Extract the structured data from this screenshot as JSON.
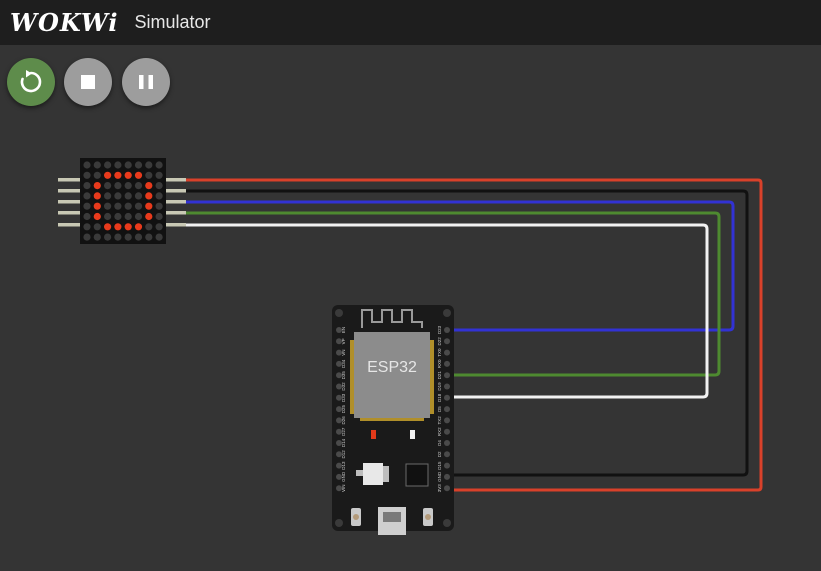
{
  "header": {
    "logo": "WOKWi",
    "title": "Simulator"
  },
  "controls": {
    "restart_icon": "restart-icon",
    "stop_icon": "stop-icon",
    "pause_icon": "pause-icon",
    "restart_color": "#5e8c4b",
    "button_color": "#9d9d9d"
  },
  "board": {
    "chip_label": "ESP32",
    "left_pins": [
      "EN",
      "VP",
      "VN",
      "D34",
      "D35",
      "D32",
      "D33",
      "D25",
      "D26",
      "D27",
      "D14",
      "D12",
      "D13",
      "GND",
      "VIN"
    ],
    "right_pins": [
      "D23",
      "D22",
      "TX0",
      "RX0",
      "D21",
      "D19",
      "D18",
      "D5",
      "TX2",
      "RX2",
      "D4",
      "D2",
      "D15",
      "GND",
      "3V3"
    ]
  },
  "matrix": {
    "lit_color": "#e83a1c",
    "off_color": "#3a3a3a",
    "rows": [
      "00000000",
      "00111100",
      "01000010",
      "01000010",
      "01000010",
      "01000010",
      "00111100",
      "00000000"
    ]
  },
  "wires": {
    "red": "#d9412a",
    "black": "#111111",
    "blue": "#3232d4",
    "green": "#4e8a30",
    "white": "#f2f2f2"
  }
}
